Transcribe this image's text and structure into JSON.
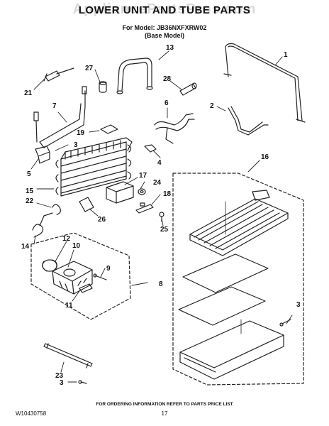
{
  "watermark": "AppliancePartsPros.com",
  "header": {
    "title": "LOWER UNIT AND TUBE PARTS",
    "model_line": "For Model: JB36NXFXRW02",
    "base_line": "(Base Model)"
  },
  "callouts": [
    "1",
    "2",
    "3",
    "3",
    "3",
    "4",
    "5",
    "6",
    "7",
    "8",
    "9",
    "10",
    "11",
    "12",
    "13",
    "14",
    "15",
    "16",
    "17",
    "18",
    "19",
    "21",
    "22",
    "23",
    "24",
    "25",
    "26",
    "27",
    "28"
  ],
  "footer": {
    "note": "FOR ORDERING INFORMATION REFER TO PARTS PRICE LIST",
    "doc_id": "W10430758",
    "page": "17"
  }
}
